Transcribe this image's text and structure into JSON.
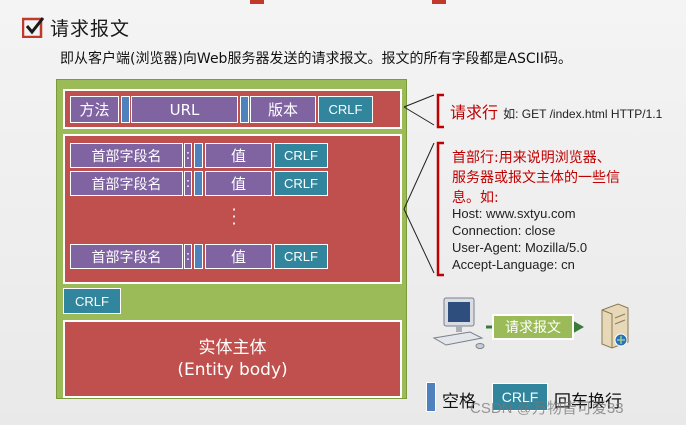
{
  "title": "请求报文",
  "description": "即从客户端(浏览器)向Web服务器发送的请求报文。报文的所有字段都是ASCII码。",
  "request_line_row": {
    "method": "方法",
    "url": "URL",
    "version": "版本",
    "crlf": "CRLF"
  },
  "header_rows": [
    {
      "name": "首部字段名",
      "colon": ":",
      "value": "值",
      "crlf": "CRLF"
    },
    {
      "name": "首部字段名",
      "colon": ":",
      "value": "值",
      "crlf": "CRLF"
    },
    {
      "name": "首部字段名",
      "colon": ":",
      "value": "值",
      "crlf": "CRLF"
    }
  ],
  "blank_line_crlf": "CRLF",
  "entity": {
    "zh": "实体主体",
    "en": "(Entity body)"
  },
  "annotations": {
    "request_line_label": "请求行",
    "request_line_example": "如: GET /index.html HTTP/1.1",
    "header_line1": "首部行:用来说明浏览器、",
    "header_line2": "服务器或报文主体的一些信",
    "header_line3": "息。如:",
    "examples": [
      "Host: www.sxtyu.com",
      "Connection: close",
      "User-Agent: Mozilla/5.0",
      "Accept-Language: cn"
    ]
  },
  "arrow_label": "请求报文",
  "legend": {
    "space_label": "空格",
    "crlf_box": "CRLF",
    "crlf_label": "回车换行"
  },
  "watermark": "CSDN @万物皆可爱33",
  "colors": {
    "band": "#c0504d",
    "outer": "#9bbb59",
    "field": "#8064a2",
    "space": "#4f81bd",
    "crlf": "#31859c",
    "annotation": "#c00000"
  }
}
